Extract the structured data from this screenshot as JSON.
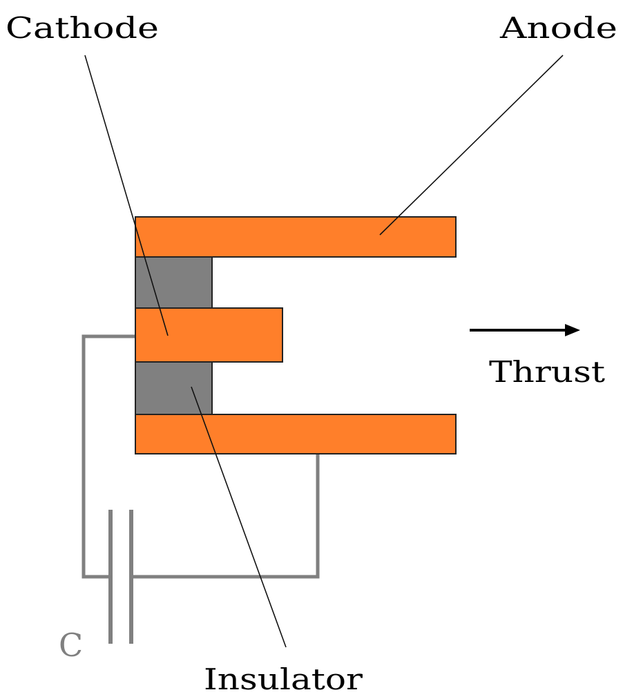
{
  "labels": {
    "cathode": "Cathode",
    "anode": "Anode",
    "thrust": "Thrust",
    "insulator": "Insulator",
    "capacitor": "C"
  },
  "colors": {
    "electrode": "#ff7f2a",
    "insulator": "#808080",
    "wire": "#808080",
    "outline": "#222222"
  }
}
